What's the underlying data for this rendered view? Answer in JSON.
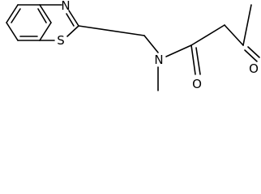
{
  "molecule": {
    "atoms": {
      "n_thiazole": "N",
      "s_thiazole": "S",
      "n_amide": "N",
      "o_amide": "O",
      "o_ketone": "O"
    }
  },
  "colors": {
    "bond": "#000000",
    "label": "#000000",
    "background": "#ffffff"
  }
}
